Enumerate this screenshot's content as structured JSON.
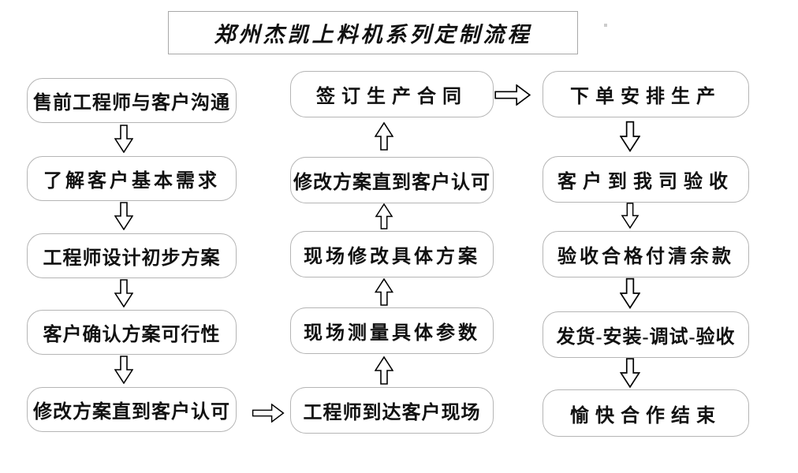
{
  "title": {
    "text": "郑州杰凯上料机系列定制流程"
  },
  "flow": {
    "columns": [
      {
        "id": "left",
        "direction": "down",
        "steps": [
          "售前工程师与客户沟通",
          "了解客户基本需求",
          "工程师设计初步方案",
          "客户确认方案可行性",
          "修改方案直到客户认可"
        ]
      },
      {
        "id": "middle",
        "direction": "up",
        "steps": [
          "签订生产合同",
          "修改方案直到客户认可",
          "现场修改具体方案",
          "现场测量具体参数",
          "工程师到达客户现场"
        ]
      },
      {
        "id": "right",
        "direction": "down",
        "steps": [
          "下单安排生产",
          "客户到我司验收",
          "验收合格付清余款",
          "发货-安装-调试-验收",
          "愉快合作结束"
        ]
      }
    ],
    "connectors": {
      "left_column_flow": "down",
      "middle_column_flow": "up",
      "right_column_flow": "down",
      "left_bottom_to_middle_bottom": "right-arrow",
      "middle_top_to_right_top": "right-arrow"
    }
  },
  "icons": {
    "down_arrow": "⇩",
    "up_arrow": "⇧",
    "right_arrow": "⇨"
  },
  "colors": {
    "background": "#ffffff",
    "box_border": "#b5b5b5",
    "title_border": "#a8a8a8",
    "arrow_outline": "#000000",
    "arrow_fill": "#ffffff",
    "text": "#111111",
    "small_dot": "#cccccc"
  }
}
